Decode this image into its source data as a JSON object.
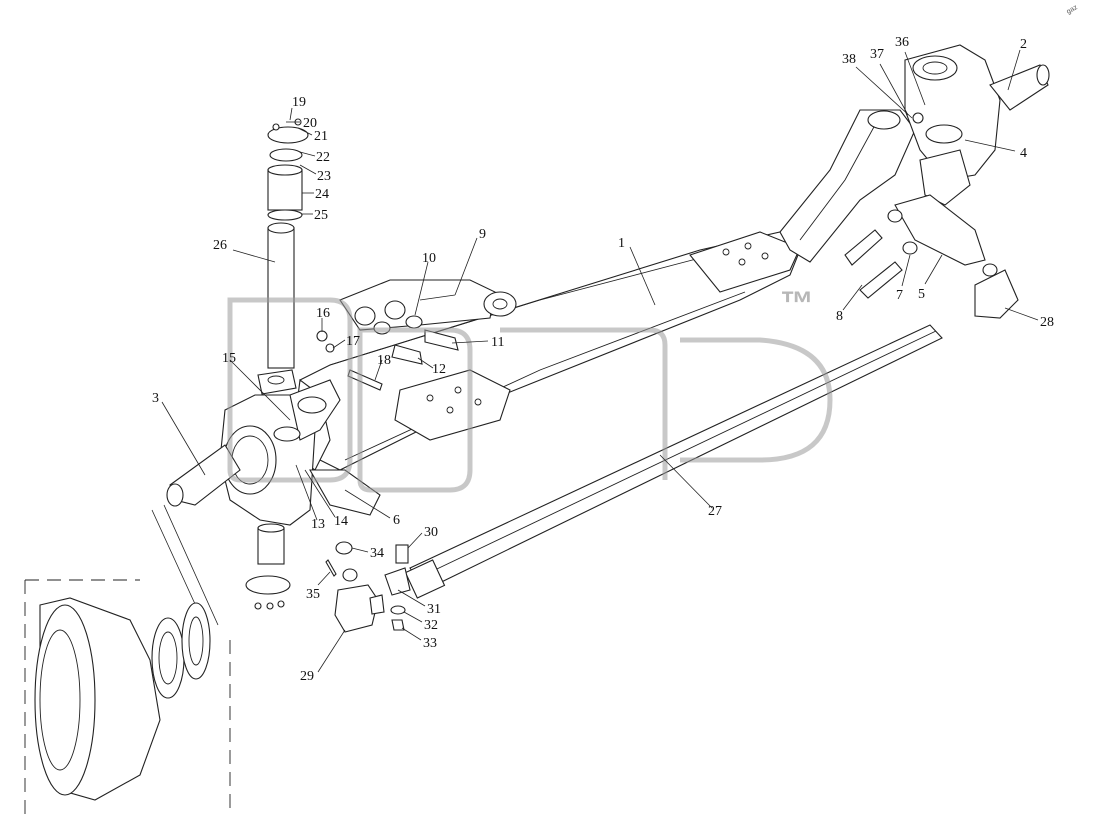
{
  "diagram": {
    "labels": [
      "1",
      "2",
      "3",
      "4",
      "5",
      "6",
      "7",
      "8",
      "9",
      "10",
      "11",
      "12",
      "13",
      "14",
      "15",
      "16",
      "17",
      "18",
      "19",
      "20",
      "21",
      "22",
      "23",
      "24",
      "25",
      "26",
      "27",
      "28",
      "29",
      "30",
      "31",
      "32",
      "33",
      "34",
      "35",
      "36",
      "37",
      "38"
    ],
    "watermark_mark": "™",
    "watermark_logo": "gaz"
  }
}
